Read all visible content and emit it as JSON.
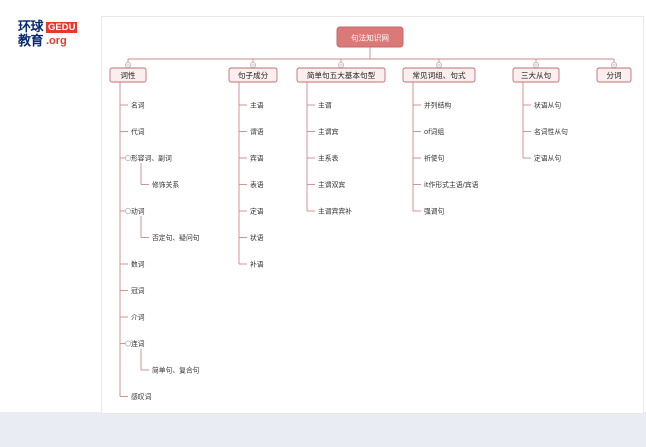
{
  "logo": {
    "line1": "环球",
    "line2": "教育",
    "en1": "GEDU",
    "en2": ".org"
  },
  "mindmap": {
    "root": "句法知识网",
    "branches": [
      {
        "label": "词性",
        "children": [
          {
            "label": "名词"
          },
          {
            "label": "代词"
          },
          {
            "label": "形容词、副词",
            "children": [
              {
                "label": "修饰关系"
              }
            ]
          },
          {
            "label": "动词",
            "children": [
              {
                "label": "否定句、疑问句"
              }
            ]
          },
          {
            "label": "数词"
          },
          {
            "label": "冠词"
          },
          {
            "label": "介词"
          },
          {
            "label": "连词",
            "children": [
              {
                "label": "简单句、复合句"
              }
            ]
          },
          {
            "label": "感叹词"
          }
        ]
      },
      {
        "label": "句子成分",
        "children": [
          {
            "label": "主语"
          },
          {
            "label": "谓语"
          },
          {
            "label": "宾语"
          },
          {
            "label": "表语"
          },
          {
            "label": "定语"
          },
          {
            "label": "状语"
          },
          {
            "label": "补语"
          }
        ]
      },
      {
        "label": "简单句五大基本句型",
        "children": [
          {
            "label": "主谓"
          },
          {
            "label": "主谓宾"
          },
          {
            "label": "主系表"
          },
          {
            "label": "主谓双宾"
          },
          {
            "label": "主谓宾宾补"
          }
        ]
      },
      {
        "label": "常见词组、句式",
        "children": [
          {
            "label": "并列结构"
          },
          {
            "label": "of词组"
          },
          {
            "label": "祈使句"
          },
          {
            "label": "it作形式主语/宾语"
          },
          {
            "label": "强调句"
          }
        ]
      },
      {
        "label": "三大从句",
        "children": [
          {
            "label": "状语从句"
          },
          {
            "label": "名词性从句"
          },
          {
            "label": "定语从句"
          }
        ]
      },
      {
        "label": "分词",
        "children": []
      }
    ]
  },
  "colors": {
    "root_fill": "#d97a79",
    "branch_fill": "#fbeeee",
    "branch_border": "#c46f70",
    "connector": "#cf8a89",
    "logo_blue": "#0b2a6f",
    "logo_red": "#e8382b"
  }
}
